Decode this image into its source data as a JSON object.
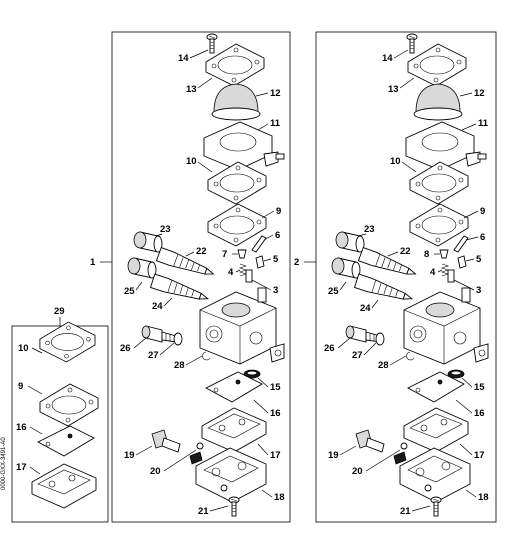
{
  "diagram": {
    "document_id": "0000-GXX-3491-A0",
    "assembly_labels": [
      "1",
      "2"
    ],
    "kit_label": "29",
    "kit_part_labels": [
      "10",
      "9",
      "16",
      "17"
    ],
    "part_labels": [
      "14",
      "13",
      "12",
      "11",
      "10",
      "9",
      "6",
      "5",
      "3",
      "7",
      "4",
      "8",
      "22",
      "23",
      "25",
      "24",
      "26",
      "27",
      "28",
      "15",
      "16",
      "17",
      "19",
      "20",
      "18",
      "21"
    ]
  }
}
